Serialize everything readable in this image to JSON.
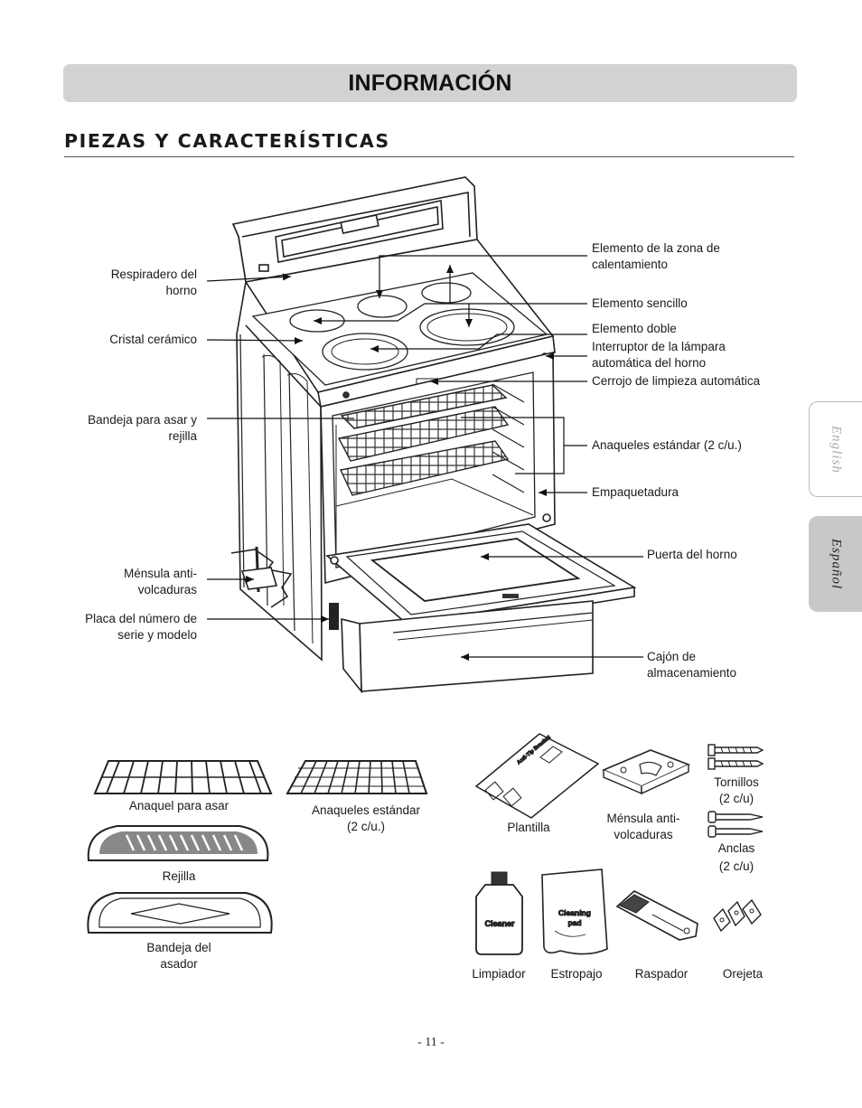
{
  "header": {
    "banner_title": "INFORMACIÓN"
  },
  "section": {
    "title": "PIEZAS Y CARACTERÍSTICAS"
  },
  "callouts_left": {
    "oven_vent": "Respiradero del\nhorno",
    "ceramic_glass": "Cristal cerámico",
    "broil_pan_grid": "Bandeja para asar y\nrejilla",
    "anti_tip_bracket": "Ménsula anti-\nvolcaduras",
    "serial_plate": "Placa del número de\nserie y modelo"
  },
  "callouts_right": {
    "warming_zone": "Elemento de la zona de\ncalentamiento",
    "single_element": "Elemento sencillo",
    "dual_element": "Elemento doble",
    "lamp_switch": "Interruptor de la lámpara\nautomática del horno",
    "lock": "Cerrojo de limpieza automática",
    "std_racks": "Anaqueles estándar (2 c/u.)",
    "gasket": "Empaquetadura",
    "oven_door": "Puerta del horno",
    "storage_drawer": "Cajón de\nalmacenamiento"
  },
  "accessories": {
    "broil_rack": "Anaquel para asar",
    "grid": "Rejilla",
    "broil_pan": "Bandeja del\nasador",
    "std_racks": "Anaqueles estándar\n(2 c/u.)",
    "template": "Plantilla",
    "anti_tip": "Ménsula anti-\nvolcaduras",
    "screws": "Tornillos\n(2 c/u)",
    "anchors": "Anclas\n(2 c/u)",
    "cleaner": "Limpiador",
    "scrub_pad": "Estropajo",
    "scraper": "Raspador",
    "lug": "Orejeta"
  },
  "product_labels": {
    "cleaner_bottle": "Cleaner",
    "pad_bag_line1": "Cleaning",
    "pad_bag_line2": "pad",
    "template_text": "Anti-Tip Bracket"
  },
  "language_tabs": {
    "english": "English",
    "espanol": "Español"
  },
  "footer": {
    "page_number": "- 11 -"
  }
}
